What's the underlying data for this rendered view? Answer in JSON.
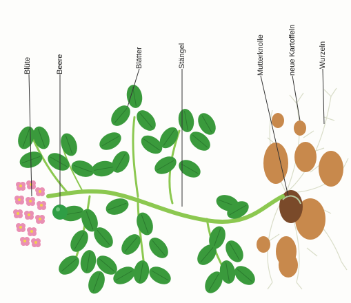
{
  "labels": {
    "bluete": "Blüte",
    "beere": "Beere",
    "blaetter": "Blätter",
    "staengel": "Stängel",
    "mutterknolle": "Mutterknolle",
    "neue_kartoffeln": "neue Kartoffeln",
    "wurzeln": "Wurzeln"
  },
  "colors": {
    "leaf": "#3a9a3c",
    "leaf_dark": "#2a7a2e",
    "stem": "#8cc850",
    "flower": "#e98fb3",
    "flower_center": "#f2d24a",
    "berry": "#2f9e45",
    "tuber": "#c8894c",
    "mother_tuber": "#7a4a2a",
    "root": "#d9ddc8",
    "leader_line": "#333333"
  }
}
